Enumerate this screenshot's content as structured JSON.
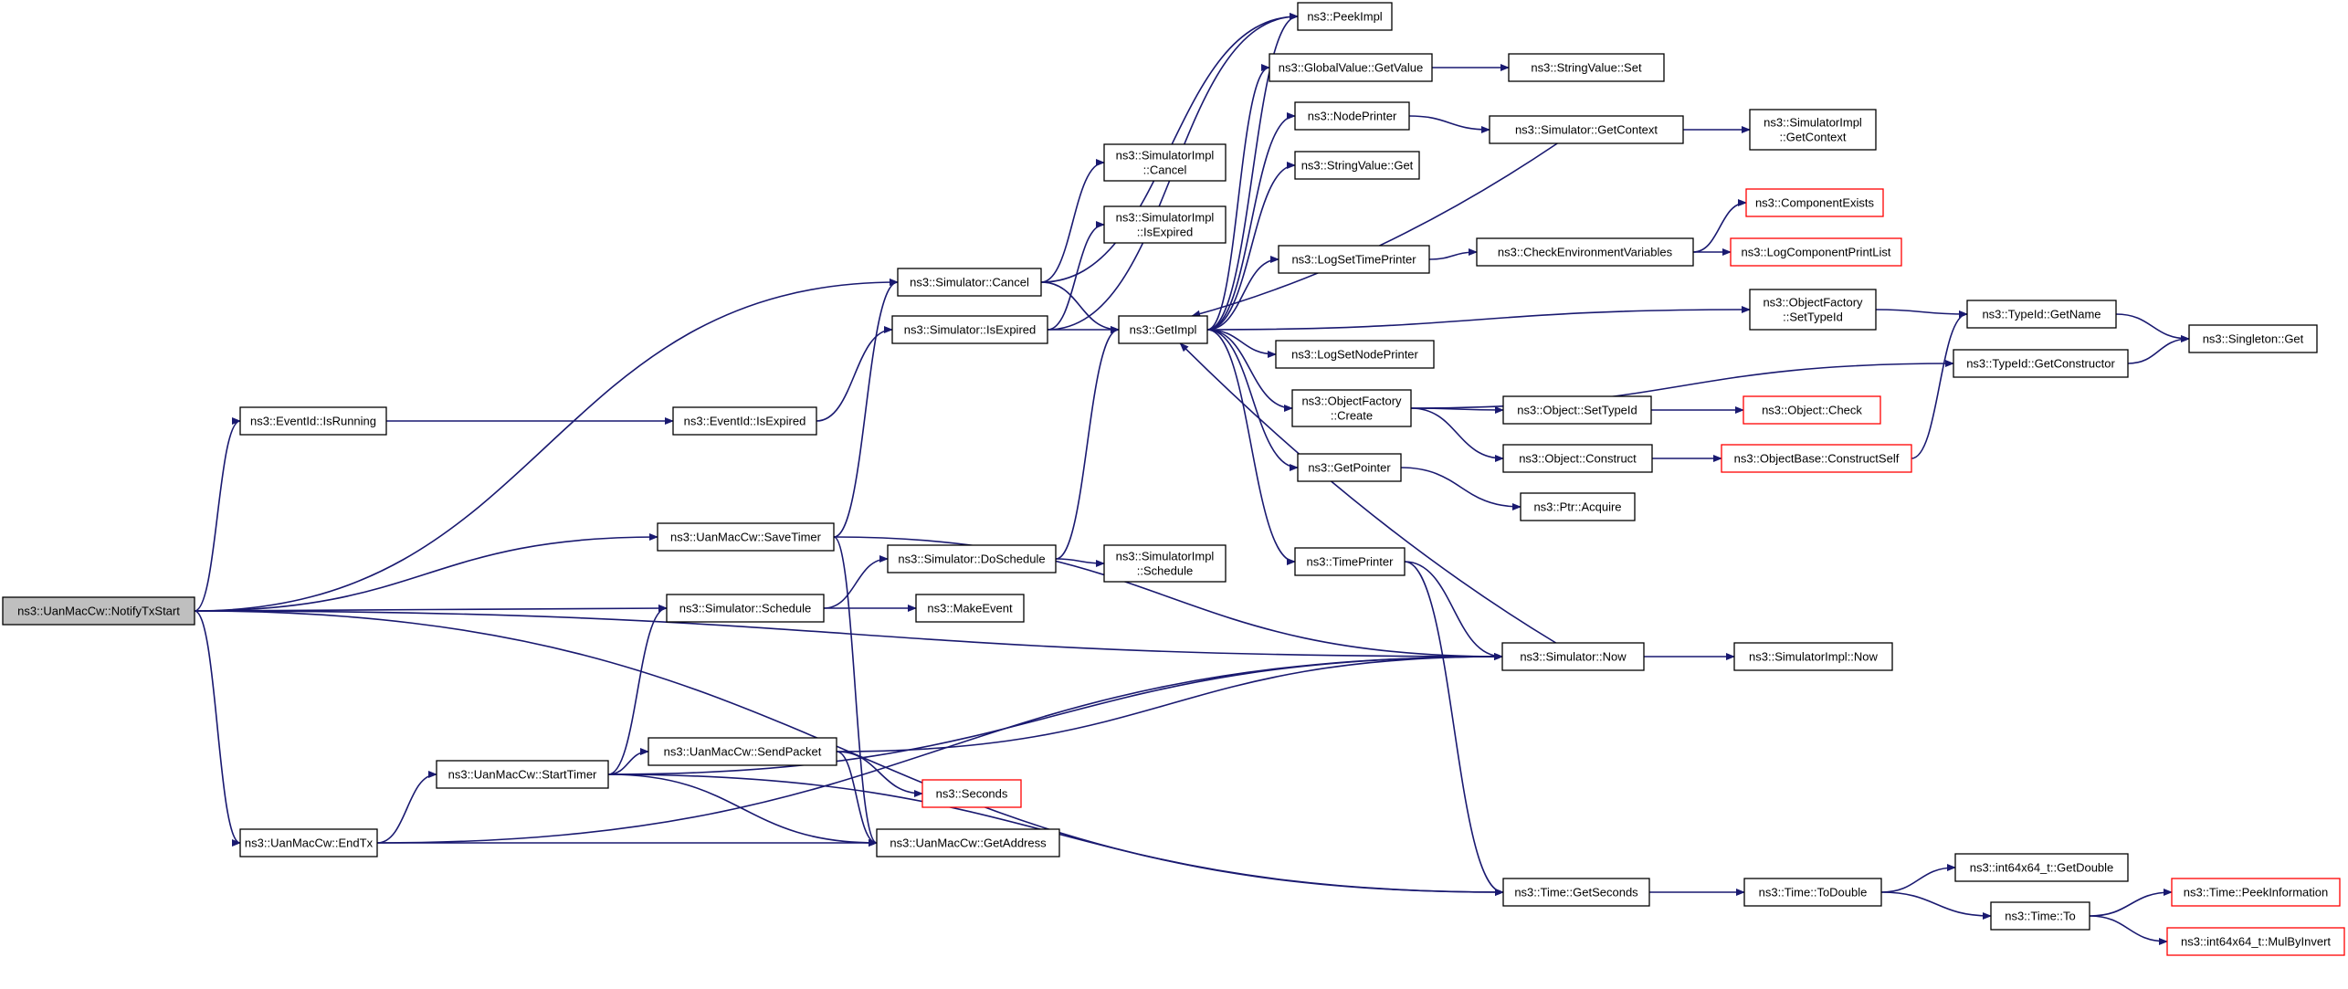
{
  "colors": {
    "edge": "#191970",
    "node_border": "#000000",
    "node_border_missing": "#ff0000",
    "root_fill": "#bfbfbf",
    "background": "#ffffff"
  },
  "nodes": [
    {
      "id": "notify",
      "label": [
        "ns3::UanMacCw::NotifyTxStart"
      ],
      "root": true
    },
    {
      "id": "isrunning",
      "label": [
        "ns3::EventId::IsRunning"
      ]
    },
    {
      "id": "savetimer",
      "label": [
        "ns3::UanMacCw::SaveTimer"
      ]
    },
    {
      "id": "schedule",
      "label": [
        "ns3::Simulator::Schedule"
      ]
    },
    {
      "id": "endtx",
      "label": [
        "ns3::UanMacCw::EndTx"
      ]
    },
    {
      "id": "starttimer",
      "label": [
        "ns3::UanMacCw::StartTimer"
      ]
    },
    {
      "id": "sendpacket",
      "label": [
        "ns3::UanMacCw::SendPacket"
      ]
    },
    {
      "id": "seconds",
      "label": [
        "ns3::Seconds"
      ],
      "missing": true
    },
    {
      "id": "getaddress",
      "label": [
        "ns3::UanMacCw::GetAddress"
      ]
    },
    {
      "id": "evisexpired",
      "label": [
        "ns3::EventId::IsExpired"
      ]
    },
    {
      "id": "simcancel",
      "label": [
        "ns3::Simulator::Cancel"
      ]
    },
    {
      "id": "simisexpired",
      "label": [
        "ns3::Simulator::IsExpired"
      ]
    },
    {
      "id": "doschedule",
      "label": [
        "ns3::Simulator::DoSchedule"
      ]
    },
    {
      "id": "makeevent",
      "label": [
        "ns3::MakeEvent"
      ]
    },
    {
      "id": "implcancel",
      "label": [
        "ns3::SimulatorImpl",
        "::Cancel"
      ]
    },
    {
      "id": "implisexpired",
      "label": [
        "ns3::SimulatorImpl",
        "::IsExpired"
      ]
    },
    {
      "id": "implschedule",
      "label": [
        "ns3::SimulatorImpl",
        "::Schedule"
      ]
    },
    {
      "id": "getimpl",
      "label": [
        "ns3::GetImpl"
      ]
    },
    {
      "id": "peekimpl",
      "label": [
        "ns3::PeekImpl"
      ]
    },
    {
      "id": "gvgetvalue",
      "label": [
        "ns3::GlobalValue::GetValue"
      ]
    },
    {
      "id": "nodeprinter",
      "label": [
        "ns3::NodePrinter"
      ]
    },
    {
      "id": "svget",
      "label": [
        "ns3::StringValue::Get"
      ]
    },
    {
      "id": "logsettimeprinter",
      "label": [
        "ns3::LogSetTimePrinter"
      ]
    },
    {
      "id": "logsetnodeprinter",
      "label": [
        "ns3::LogSetNodePrinter"
      ]
    },
    {
      "id": "ofcreate",
      "label": [
        "ns3::ObjectFactory",
        "::Create"
      ]
    },
    {
      "id": "getpointer",
      "label": [
        "ns3::GetPointer"
      ]
    },
    {
      "id": "timeprinter",
      "label": [
        "ns3::TimePrinter"
      ]
    },
    {
      "id": "svset",
      "label": [
        "ns3::StringValue::Set"
      ]
    },
    {
      "id": "simgetcontext",
      "label": [
        "ns3::Simulator::GetContext"
      ]
    },
    {
      "id": "checkenv",
      "label": [
        "ns3::CheckEnvironmentVariables"
      ]
    },
    {
      "id": "objsettypeid",
      "label": [
        "ns3::Object::SetTypeId"
      ]
    },
    {
      "id": "objconstruct",
      "label": [
        "ns3::Object::Construct"
      ]
    },
    {
      "id": "ptracquire",
      "label": [
        "ns3::Ptr::Acquire"
      ]
    },
    {
      "id": "simnow",
      "label": [
        "ns3::Simulator::Now"
      ]
    },
    {
      "id": "timegetseconds",
      "label": [
        "ns3::Time::GetSeconds"
      ]
    },
    {
      "id": "implgetcontext",
      "label": [
        "ns3::SimulatorImpl",
        "::GetContext"
      ]
    },
    {
      "id": "compexists",
      "label": [
        "ns3::ComponentExists"
      ],
      "missing": true
    },
    {
      "id": "logcompprint",
      "label": [
        "ns3::LogComponentPrintList"
      ],
      "missing": true
    },
    {
      "id": "ofsettypeid",
      "label": [
        "ns3::ObjectFactory",
        "::SetTypeId"
      ]
    },
    {
      "id": "objcheck",
      "label": [
        "ns3::Object::Check"
      ],
      "missing": true
    },
    {
      "id": "objbaseconstruct",
      "label": [
        "ns3::ObjectBase::ConstructSelf"
      ],
      "missing": true
    },
    {
      "id": "implnow",
      "label": [
        "ns3::SimulatorImpl::Now"
      ]
    },
    {
      "id": "timetodouble",
      "label": [
        "ns3::Time::ToDouble"
      ]
    },
    {
      "id": "typeidgetname",
      "label": [
        "ns3::TypeId::GetName"
      ]
    },
    {
      "id": "typeidgetctor",
      "label": [
        "ns3::TypeId::GetConstructor"
      ]
    },
    {
      "id": "int64getdouble",
      "label": [
        "ns3::int64x64_t::GetDouble"
      ]
    },
    {
      "id": "timeto",
      "label": [
        "ns3::Time::To"
      ]
    },
    {
      "id": "singletonget",
      "label": [
        "ns3::Singleton::Get"
      ]
    },
    {
      "id": "timepeekinfo",
      "label": [
        "ns3::Time::PeekInformation"
      ],
      "missing": true
    },
    {
      "id": "int64mulbyinvert",
      "label": [
        "ns3::int64x64_t::MulByInvert"
      ],
      "missing": true
    }
  ],
  "edges": [
    [
      "notify",
      "simcancel"
    ],
    [
      "notify",
      "isrunning"
    ],
    [
      "notify",
      "savetimer"
    ],
    [
      "notify",
      "schedule"
    ],
    [
      "notify",
      "simnow"
    ],
    [
      "notify",
      "endtx"
    ],
    [
      "notify",
      "timegetseconds"
    ],
    [
      "isrunning",
      "evisexpired"
    ],
    [
      "evisexpired",
      "simisexpired"
    ],
    [
      "savetimer",
      "simcancel"
    ],
    [
      "savetimer",
      "simnow"
    ],
    [
      "savetimer",
      "getaddress"
    ],
    [
      "schedule",
      "doschedule"
    ],
    [
      "schedule",
      "makeevent"
    ],
    [
      "endtx",
      "starttimer"
    ],
    [
      "endtx",
      "getaddress"
    ],
    [
      "endtx",
      "simnow"
    ],
    [
      "starttimer",
      "schedule"
    ],
    [
      "starttimer",
      "sendpacket"
    ],
    [
      "starttimer",
      "simnow"
    ],
    [
      "starttimer",
      "getaddress"
    ],
    [
      "starttimer",
      "timegetseconds"
    ],
    [
      "sendpacket",
      "seconds"
    ],
    [
      "sendpacket",
      "getaddress"
    ],
    [
      "sendpacket",
      "simnow"
    ],
    [
      "simcancel",
      "peekimpl"
    ],
    [
      "simcancel",
      "implcancel"
    ],
    [
      "simcancel",
      "getimpl"
    ],
    [
      "simisexpired",
      "implisexpired"
    ],
    [
      "simisexpired",
      "getimpl"
    ],
    [
      "simisexpired",
      "peekimpl"
    ],
    [
      "doschedule",
      "getimpl"
    ],
    [
      "doschedule",
      "implschedule"
    ],
    [
      "getimpl",
      "peekimpl"
    ],
    [
      "getimpl",
      "gvgetvalue"
    ],
    [
      "getimpl",
      "nodeprinter"
    ],
    [
      "getimpl",
      "svget"
    ],
    [
      "getimpl",
      "logsettimeprinter"
    ],
    [
      "getimpl",
      "ofsettypeid"
    ],
    [
      "getimpl",
      "logsetnodeprinter"
    ],
    [
      "getimpl",
      "ofcreate"
    ],
    [
      "getimpl",
      "getpointer"
    ],
    [
      "getimpl",
      "timeprinter"
    ],
    [
      "simgetcontext",
      "getimpl"
    ],
    [
      "simnow",
      "getimpl"
    ],
    [
      "gvgetvalue",
      "svset"
    ],
    [
      "nodeprinter",
      "simgetcontext"
    ],
    [
      "simgetcontext",
      "implgetcontext"
    ],
    [
      "logsettimeprinter",
      "checkenv"
    ],
    [
      "checkenv",
      "compexists"
    ],
    [
      "checkenv",
      "logcompprint"
    ],
    [
      "ofsettypeid",
      "typeidgetname"
    ],
    [
      "ofcreate",
      "typeidgetctor"
    ],
    [
      "ofcreate",
      "objsettypeid"
    ],
    [
      "ofcreate",
      "objconstruct"
    ],
    [
      "objsettypeid",
      "objcheck"
    ],
    [
      "objconstruct",
      "objbaseconstruct"
    ],
    [
      "objbaseconstruct",
      "typeidgetname"
    ],
    [
      "getpointer",
      "ptracquire"
    ],
    [
      "timeprinter",
      "simnow"
    ],
    [
      "timeprinter",
      "timegetseconds"
    ],
    [
      "simnow",
      "implnow"
    ],
    [
      "typeidgetname",
      "singletonget"
    ],
    [
      "typeidgetctor",
      "singletonget"
    ],
    [
      "timegetseconds",
      "timetodouble"
    ],
    [
      "timetodouble",
      "int64getdouble"
    ],
    [
      "timetodouble",
      "timeto"
    ],
    [
      "timeto",
      "timepeekinfo"
    ],
    [
      "timeto",
      "int64mulbyinvert"
    ]
  ]
}
